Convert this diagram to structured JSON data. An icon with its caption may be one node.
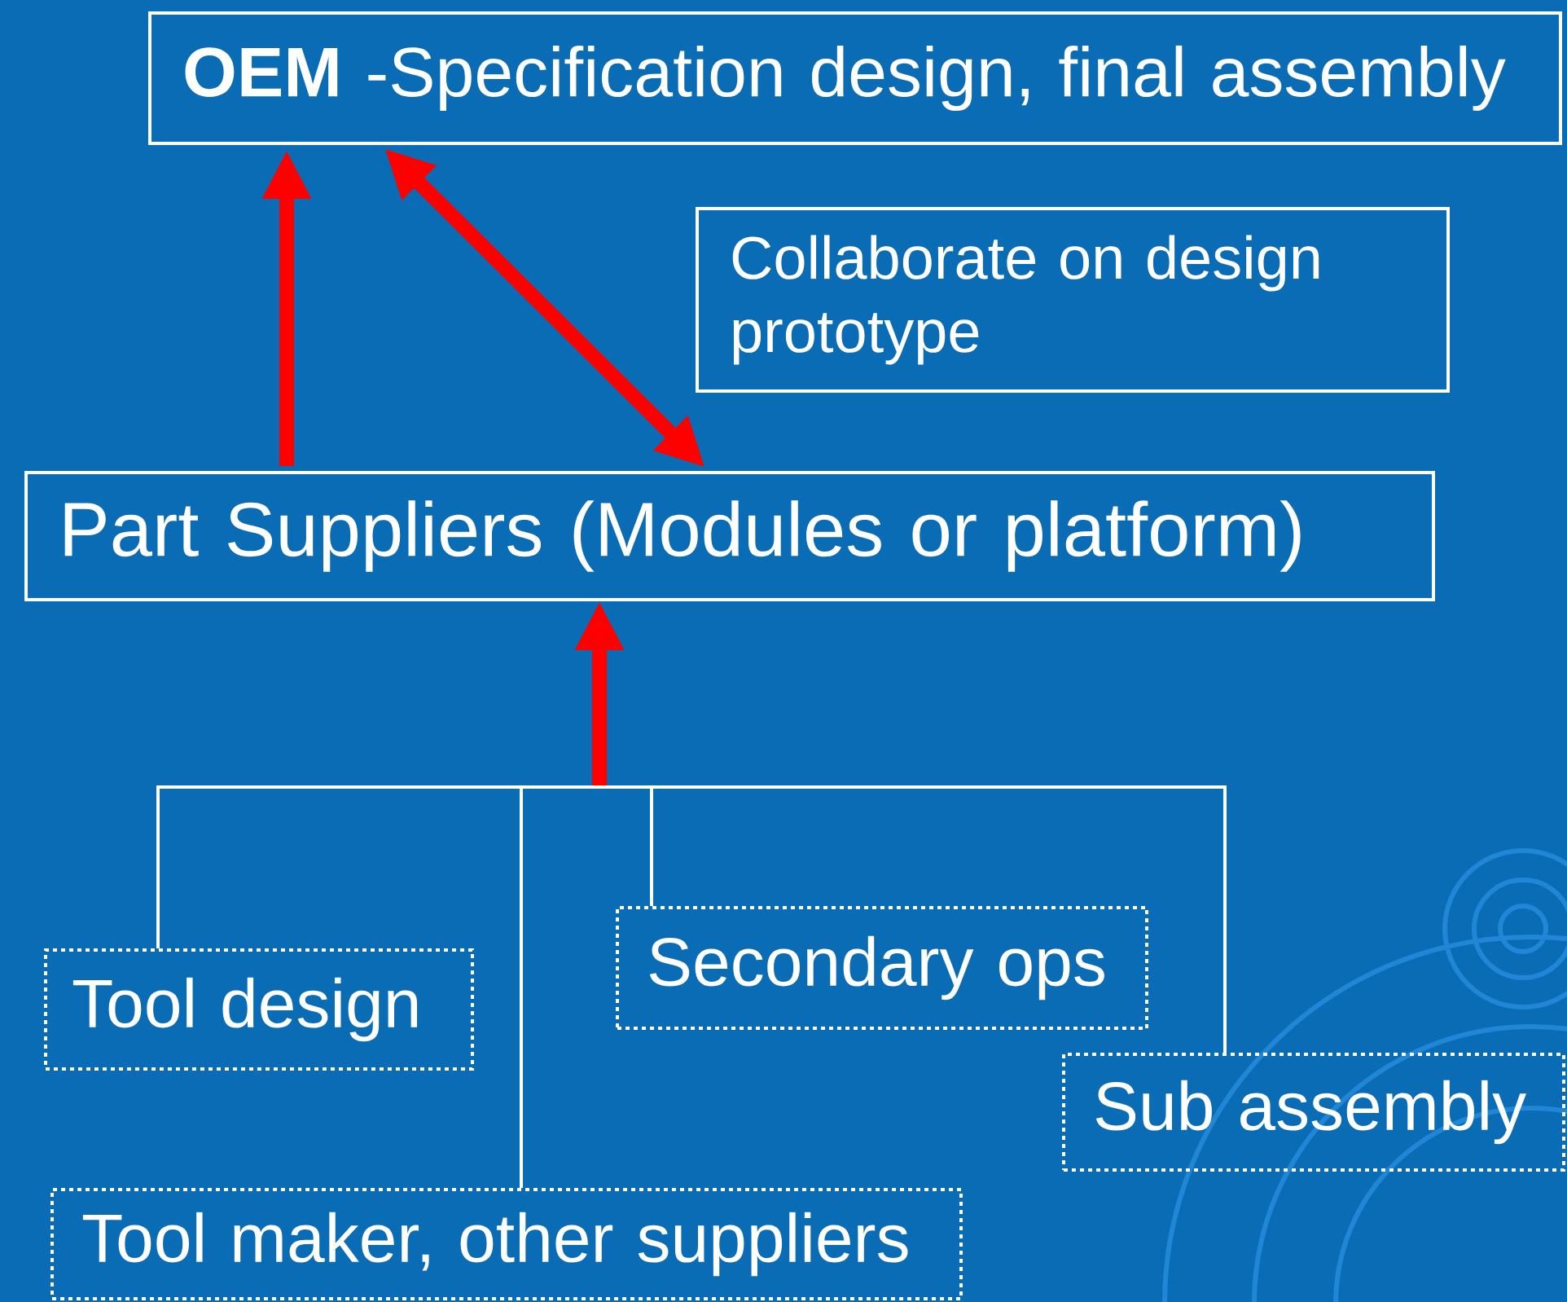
{
  "diagram": {
    "nodes": [
      {
        "text": [
          "**OEM** -Specification design, final assembly"
        ]
      },
      {
        "text": [
          "Collaborate on design prototype"
        ]
      },
      {
        "text": [
          "Part Suppliers (Modules or platform)"
        ]
      },
      {
        "text": [
          "Secondary ops"
        ]
      },
      {
        "text": [
          "Tool design"
        ]
      },
      {
        "text": [
          "Sub assembly"
        ]
      },
      {
        "text": [
          "Tool maker, other suppliers"
        ]
      }
    ],
    "edges": [
      {
        "from": 2,
        "to": 0,
        "arrow": "to",
        "style": "thick",
        "color": "#ff0000"
      },
      {
        "from": 0,
        "to": 2,
        "arrow": "both",
        "style": "thick",
        "color": "#ff0000"
      },
      {
        "from": 4,
        "to": 2,
        "arrow": "to"
      },
      {
        "from": 6,
        "to": 2,
        "arrow": "to"
      },
      {
        "from": 3,
        "to": 2,
        "arrow": "to"
      },
      {
        "from": 5,
        "to": 2,
        "arrow": "to"
      }
    ]
  }
}
